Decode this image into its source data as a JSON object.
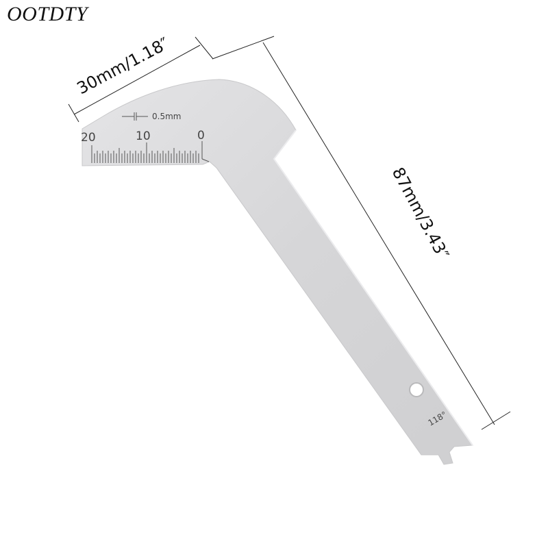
{
  "brand": {
    "name": "OOTDTY"
  },
  "product": {
    "type": "steel angle / drill point gauge",
    "color_metal": "#d8d8da",
    "color_metal_edge": "#c4c4c6",
    "scale": {
      "labels": [
        "20",
        "10",
        "0"
      ],
      "resolution_label": "0.5mm",
      "resolution_icon": "spacing-arrows-icon"
    },
    "angle_label": "118°",
    "hole": "mounting-hole"
  },
  "dimensions": {
    "width": {
      "label": "30mm/1.18″"
    },
    "length": {
      "label": "87mm/3.43″"
    }
  }
}
